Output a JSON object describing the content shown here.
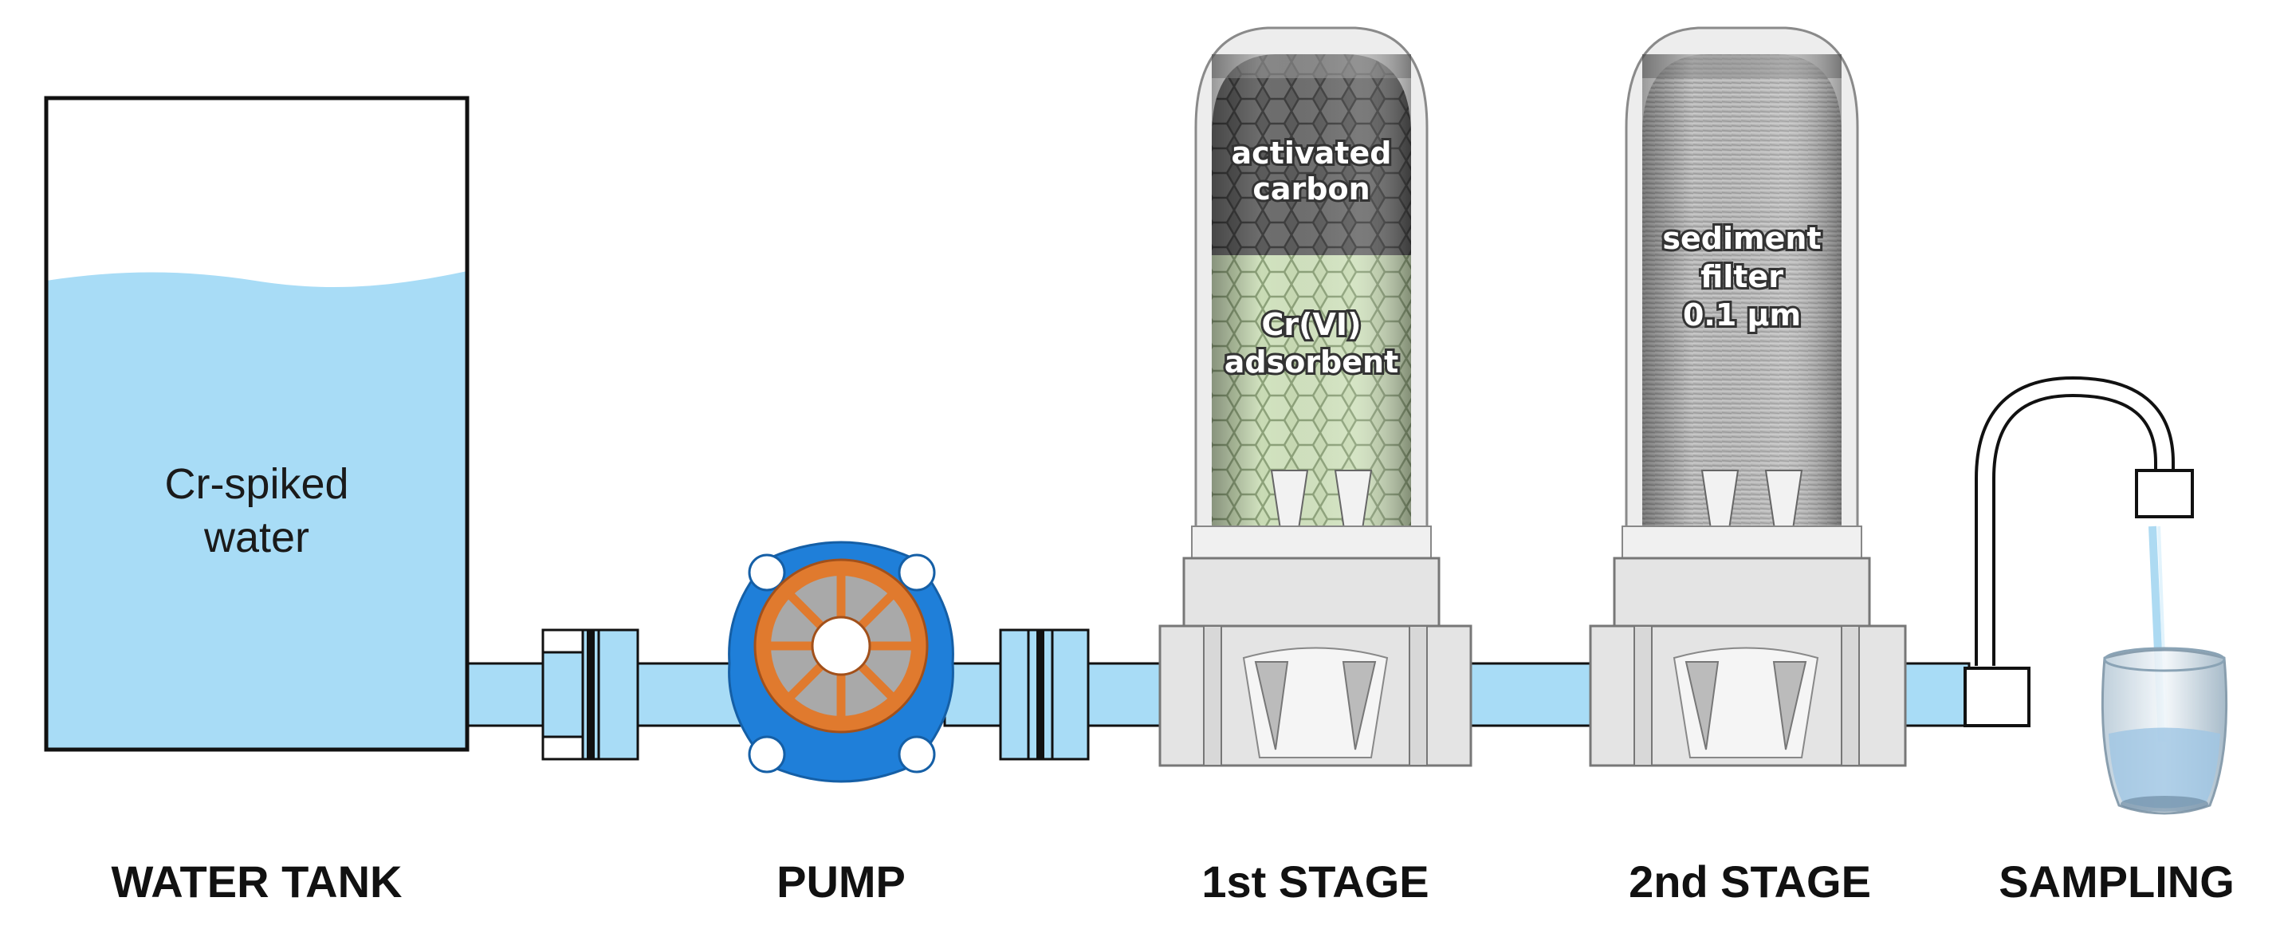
{
  "tank": {
    "content_line1": "Cr-spiked",
    "content_line2": "water"
  },
  "stage1": {
    "upper_media_line1": "activated",
    "upper_media_line2": "carbon",
    "lower_media_line1": "Cr(VI)",
    "lower_media_line2": "adsorbent"
  },
  "stage2": {
    "media_line1": "sediment",
    "media_line2": "filter",
    "media_line3": "0.1 µm"
  },
  "labels": {
    "water_tank": "WATER TANK",
    "pump": "PUMP",
    "stage1": "1st STAGE",
    "stage2": "2nd STAGE",
    "sampling": "SAMPLING"
  },
  "colors": {
    "water": "#a8dcf6",
    "pipe": "#a8dcf6",
    "pump_body": "#1f7fd9",
    "pump_impeller": "#e07a2e",
    "carbon": "#5a5a5a",
    "adsorbent": "#c5d8b0",
    "sediment": "#b8b8b8",
    "housing": "#e4e4e4"
  }
}
